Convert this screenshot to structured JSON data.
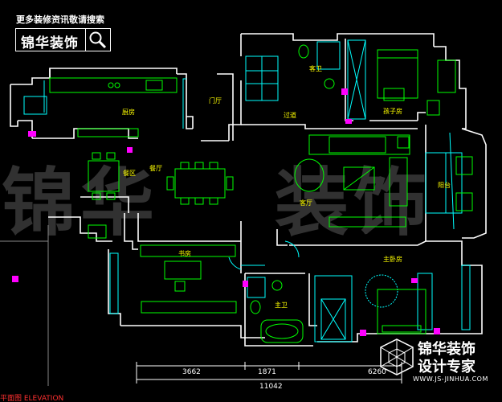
{
  "header": {
    "caption": "更多装修资讯敬请搜索",
    "brand": "锦华装饰",
    "search_icon": "search-icon"
  },
  "watermark": {
    "left": "锦华",
    "right": "装饰"
  },
  "rooms": {
    "kitchen": "厨房",
    "foyer": "门厅",
    "corridor": "过道",
    "guest_bath": "客卫",
    "kids_room": "孩子房",
    "dining_area": "餐区",
    "dining_room": "餐厅",
    "living_room": "客厅",
    "balcony": "阳台",
    "study": "书房",
    "master_bath": "主卫",
    "master_bedroom": "主卧房"
  },
  "dimensions": {
    "d1": "3662",
    "d2": "1871",
    "d3": "6260",
    "total": "11042"
  },
  "footer": {
    "corner_title": "锦华装饰",
    "corner_subtitle": "设计专家",
    "corner_url": "WWW.JS-JINHUA.COM",
    "bottom_label": "平面图   ELEVATION"
  },
  "colors": {
    "wall": "#ffffff",
    "furniture": "#00ff00",
    "fixture": "#00ffff",
    "label": "#ffff00",
    "accent": "#ff00ff"
  }
}
